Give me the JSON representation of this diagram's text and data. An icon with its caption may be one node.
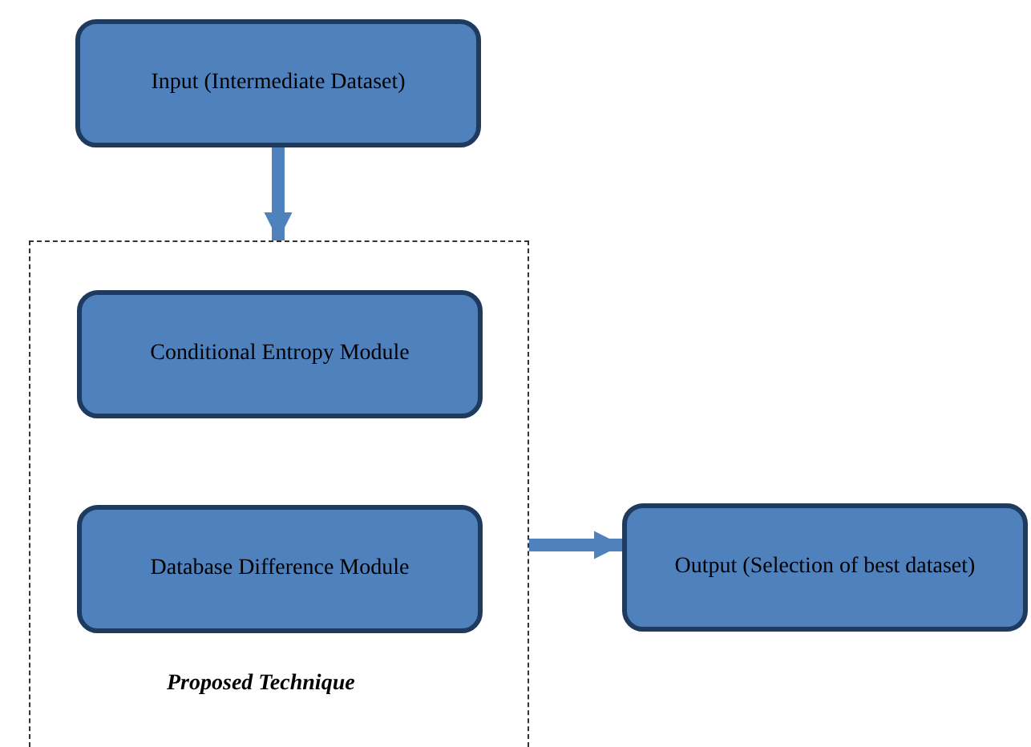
{
  "diagram": {
    "nodes": [
      {
        "text": [
          "Input (Intermediate Dataset)"
        ]
      },
      {
        "text": [
          "Proposed Technique"
        ]
      },
      {
        "text": [
          "Conditional Entropy Module"
        ],
        "in": 1
      },
      {
        "text": [
          "Database Difference Module"
        ],
        "in": 1
      },
      {
        "text": [
          "Output (Selection of best dataset)"
        ]
      }
    ],
    "edges": [
      {
        "from": 0,
        "to": 1,
        "arrow": "to"
      },
      {
        "from": 1,
        "to": 4,
        "arrow": "to"
      }
    ]
  }
}
